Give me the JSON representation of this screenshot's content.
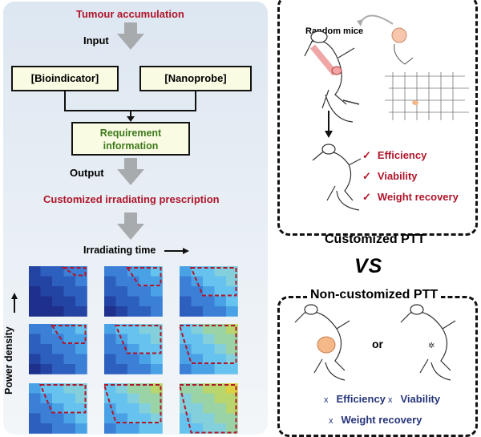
{
  "flow": {
    "tumour": "Tumour accumulation",
    "input": "Input",
    "bioindicator": "[Bioindicator]",
    "nanoprobe": "[Nanoprobe]",
    "requirement": "Requirement information",
    "output": "Output",
    "prescription": "Customized irradiating prescription"
  },
  "grid": {
    "irradiating_time": "Irradiating time",
    "power_density": "Power density"
  },
  "customized": {
    "random_mice": "Random mice",
    "checks": [
      "Efficiency",
      "Viability",
      "Weight recovery"
    ],
    "title": "Customized PTT"
  },
  "vs": "VS",
  "noncustomized": {
    "title": "Non-customized PTT",
    "or": "or",
    "fails": [
      "Efficiency",
      "Viability",
      "Weight recovery"
    ],
    "cross": "x"
  },
  "colors": {
    "red": "#b0162b",
    "navy": "#27357a",
    "green": "#3d7a1c",
    "heatmap_dashes": "#b0162b"
  }
}
